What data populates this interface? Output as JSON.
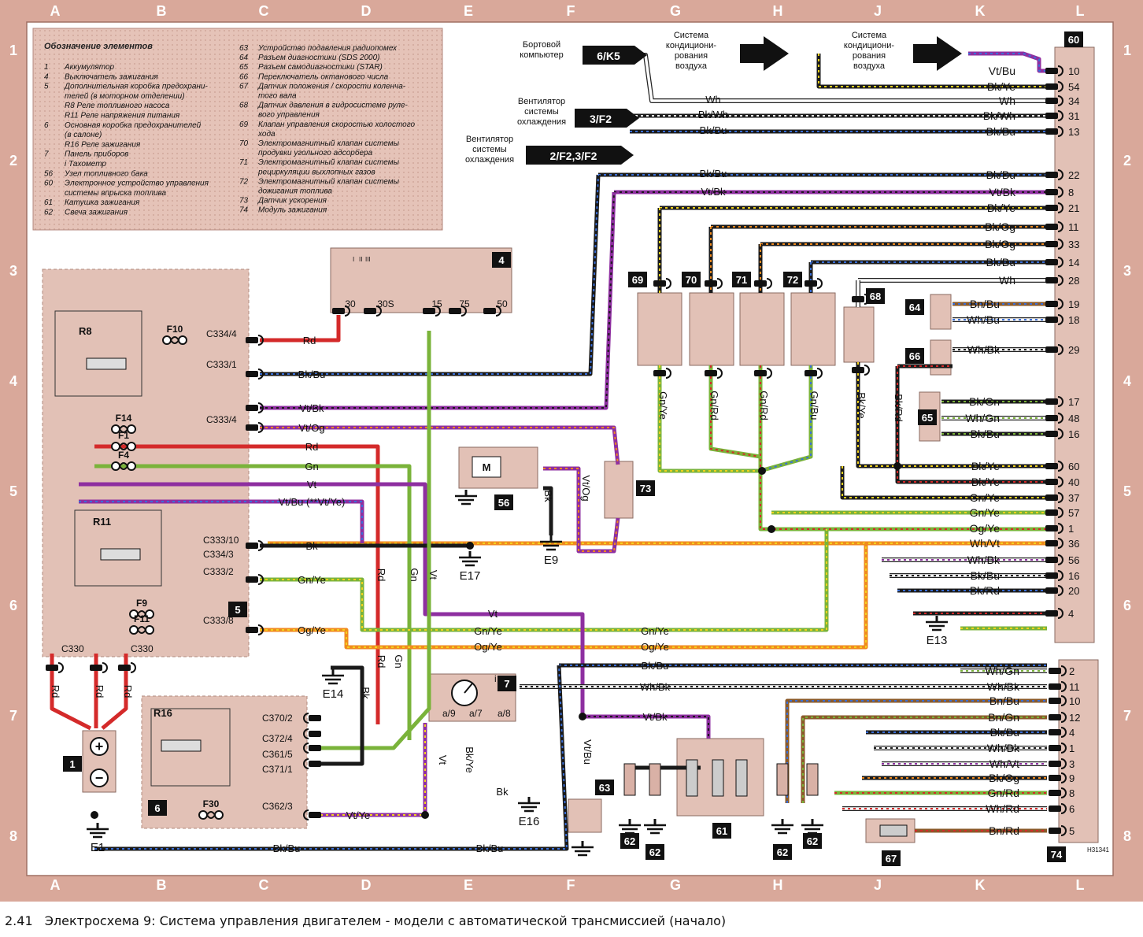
{
  "colors": {
    "border": "#d9a89a",
    "board": "#ffffff",
    "module": "#e2c1b6",
    "ink": "#111111",
    "Rd": "#d42a2a",
    "Bk": "#1a1a1a",
    "Bu": "#3a6fd8",
    "Vt": "#8e2fa0",
    "Gn": "#7ab33a",
    "Ye": "#f2d21e",
    "Og": "#f08a1e",
    "Wh": "#ffffff",
    "Bn": "#8a5a2a"
  },
  "grid": {
    "columns": [
      "A",
      "B",
      "C",
      "D",
      "E",
      "F",
      "G",
      "H",
      "J",
      "K",
      "L"
    ],
    "rows": [
      "1",
      "2",
      "3",
      "4",
      "5",
      "6",
      "7",
      "8"
    ]
  },
  "legend": {
    "title": "Обозначение элементов",
    "left": [
      {
        "n": "1",
        "t": "Аккумулятор"
      },
      {
        "n": "4",
        "t": "Выключатель зажигания"
      },
      {
        "n": "5",
        "t": "Дополнительная коробка предохрани-"
      },
      {
        "n": "",
        "t": "телей (в моторном отделении)"
      },
      {
        "n": "",
        "t": "R8 Реле топливного насоса"
      },
      {
        "n": "",
        "t": "R11 Реле напряжения питания"
      },
      {
        "n": "6",
        "t": "Основная коробка предохранителей"
      },
      {
        "n": "",
        "t": "(в салоне)"
      },
      {
        "n": "",
        "t": "R16 Реле зажигания"
      },
      {
        "n": "7",
        "t": "Панель приборов"
      },
      {
        "n": "",
        "t": "i Тахометр"
      },
      {
        "n": "56",
        "t": "Узел топливного бака"
      },
      {
        "n": "60",
        "t": "Электронное устройство управления"
      },
      {
        "n": "",
        "t": "системы впрыска топлива"
      },
      {
        "n": "61",
        "t": "Катушка зажигания"
      },
      {
        "n": "62",
        "t": "Свеча зажигания"
      }
    ],
    "right": [
      {
        "n": "63",
        "t": "Устройство подавления радиопомех"
      },
      {
        "n": "64",
        "t": "Разъем диагностики (SDS 2000)"
      },
      {
        "n": "65",
        "t": "Разъем самодиагностики (STAR)"
      },
      {
        "n": "66",
        "t": "Переключатель октанового числа"
      },
      {
        "n": "67",
        "t": "Датчик положения / скорости коленча-"
      },
      {
        "n": "",
        "t": "того вала"
      },
      {
        "n": "68",
        "t": "Датчик давления в гидросистеме руле-"
      },
      {
        "n": "",
        "t": "вого управления"
      },
      {
        "n": "69",
        "t": "Клапан управления скоростью холостого"
      },
      {
        "n": "",
        "t": "хода"
      },
      {
        "n": "70",
        "t": "Электромагнитный клапан системы"
      },
      {
        "n": "",
        "t": "продувки угольного адсорбера"
      },
      {
        "n": "71",
        "t": "Электромагнитный клапан системы"
      },
      {
        "n": "",
        "t": "рециркуляции выхлопных газов"
      },
      {
        "n": "72",
        "t": "Электромагнитный клапан системы"
      },
      {
        "n": "",
        "t": "дожигания топлива"
      },
      {
        "n": "73",
        "t": "Датчик ускорения"
      },
      {
        "n": "74",
        "t": "Модуль зажигания"
      }
    ]
  },
  "external": [
    {
      "ref": "6/K5",
      "label": [
        "Бортовой",
        "компьютер"
      ]
    },
    {
      "ref": "",
      "label": [
        "Система",
        "кондициони-",
        "рования",
        "воздуха"
      ]
    },
    {
      "ref": "",
      "label": [
        "Система",
        "кондициони-",
        "рования",
        "воздуха"
      ]
    },
    {
      "ref": "3/F2",
      "label": [
        "Вентилятор",
        "системы",
        "охлаждения"
      ]
    },
    {
      "ref": "2/F2,3/F2",
      "label": [
        "Вентилятор",
        "системы",
        "охлаждения"
      ]
    }
  ],
  "components": {
    "c1": "1",
    "c4": "4",
    "c5": "5",
    "c6": "6",
    "c7": "7",
    "c56": "56",
    "c60": "60",
    "c61": "61",
    "c62": "62",
    "c63": "63",
    "c64": "64",
    "c65": "65",
    "c66": "66",
    "c67": "67",
    "c68": "68",
    "c69": "69",
    "c70": "70",
    "c71": "71",
    "c72": "72",
    "c73": "73",
    "c74": "74",
    "relays": [
      "R8",
      "R11",
      "R16"
    ],
    "fuses": [
      "F10",
      "F14",
      "F1",
      "F4",
      "F9",
      "F11",
      "F30"
    ],
    "switch_terminals": [
      "30",
      "30S",
      "15",
      "75",
      "50"
    ],
    "tacho": "i",
    "motor": "M",
    "ign_switch_pos": [
      "I",
      "II",
      "III"
    ]
  },
  "connectors": [
    "C334/4",
    "C333/1",
    "C333/4",
    "C333/10",
    "C334/3",
    "C333/2",
    "C333/8",
    "C330",
    "C330",
    "C370/2",
    "C372/4",
    "C361/5",
    "C371/1",
    "C362/3",
    "a/9",
    "a/7",
    "a/8"
  ],
  "grounds": [
    "E1",
    "E9",
    "E13",
    "E14",
    "E16",
    "E17"
  ],
  "ecu60_pins": [
    {
      "pin": "10",
      "wire": "Vt/Bu"
    },
    {
      "pin": "54",
      "wire": "Bk/Ye"
    },
    {
      "pin": "34",
      "wire": "Wh"
    },
    {
      "pin": "31",
      "wire": "Bk/Wh"
    },
    {
      "pin": "13",
      "wire": "Bk/Bu"
    },
    {
      "pin": "22",
      "wire": "Bk/Bu"
    },
    {
      "pin": "8",
      "wire": "Vt/Bk"
    },
    {
      "pin": "21",
      "wire": "Bk/Ye"
    },
    {
      "pin": "11",
      "wire": "Bk/Og"
    },
    {
      "pin": "33",
      "wire": "Bk/Og"
    },
    {
      "pin": "14",
      "wire": "Bk/Bu"
    },
    {
      "pin": "28",
      "wire": "Wh"
    },
    {
      "pin": "19",
      "wire": "Bn/Bu"
    },
    {
      "pin": "18",
      "wire": "Wh/Bu"
    },
    {
      "pin": "29",
      "wire": "Wh/Bk"
    },
    {
      "pin": "17",
      "wire": "Bk/Gn"
    },
    {
      "pin": "48",
      "wire": "Wh/Gn"
    },
    {
      "pin": "16",
      "wire": "Bk/Bu"
    },
    {
      "pin": "60",
      "wire": "Bk/Ye"
    },
    {
      "pin": "40",
      "wire": "Bk/Ye"
    },
    {
      "pin": "37",
      "wire": "Gn/Ye"
    },
    {
      "pin": "57",
      "wire": "Gn/Ye"
    },
    {
      "pin": "1",
      "wire": "Og/Ye"
    },
    {
      "pin": "36",
      "wire": "Wh/Vt"
    },
    {
      "pin": "56",
      "wire": "Wh/Bk"
    },
    {
      "pin": "16",
      "wire": "Bk/Bu"
    },
    {
      "pin": "20",
      "wire": "Bk/Rd"
    },
    {
      "pin": "4",
      "wire": ""
    }
  ],
  "module74_pins": [
    {
      "pin": "2",
      "wire": "Wh/Gn"
    },
    {
      "pin": "11",
      "wire": "Wh/Bk"
    },
    {
      "pin": "10",
      "wire": "Bn/Bu"
    },
    {
      "pin": "12",
      "wire": "Bn/Gn"
    },
    {
      "pin": "4",
      "wire": "Bk/Bu"
    },
    {
      "pin": "1",
      "wire": "Wh/Bk"
    },
    {
      "pin": "3",
      "wire": "Wh/Vt"
    },
    {
      "pin": "9",
      "wire": "Bk/Og"
    },
    {
      "pin": "8",
      "wire": "Gn/Rd"
    },
    {
      "pin": "6",
      "wire": "Wh/Rd"
    },
    {
      "pin": "5",
      "wire": "Bn/Rd"
    }
  ],
  "wire_labels": {
    "top_wh": "Wh",
    "top_bkwh": "Bk/Wh",
    "top_bkbu": "Bk/Bu",
    "mid_bkbu": "Bk/Bu",
    "mid_vtbk": "Vt/Bk",
    "rd": "Rd",
    "bkbu": "Bk/Bu",
    "vtbk": "Vt/Bk",
    "vtog": "Vt/Og",
    "rd2": "Rd",
    "gn": "Gn",
    "vt": "Vt",
    "vtbu": "Vt/Bu (**Vt/Ye)",
    "bk": "Bk",
    "gnye": "Gn/Ye",
    "ogye": "Og/Ye",
    "vert_rd": "Rd",
    "vert_gn": "Gn",
    "vert_vt": "Vt",
    "vert_rd2": "Rd",
    "vert_gn2": "Gn",
    "e14bk": "Bk",
    "vt2": "Vt",
    "gnye2": "Gn/Ye",
    "gnye3": "Gn/Ye",
    "ogye2": "Og/Ye",
    "ogye3": "Og/Ye",
    "bkbu_low": "Bk/Bu",
    "whbk_low": "Wh/Bk",
    "vtbk_low": "Vt/Bk",
    "vtye": "Vt/Ye",
    "bkbu_bot": "Bk/Bu",
    "bkbu_bot2": "Bk/Bu",
    "v7vt": "Vt",
    "v7bkye": "Bk/Ye",
    "v7bk": "Bk",
    "v63vtbu": "Vt/Bu",
    "s56bk": "Bk",
    "s73vtog": "Vt/Og",
    "gnye_69": "Gn/Ye",
    "gnrd_70": "Gn/Rd",
    "gnrd_71": "Gn/Rd",
    "gnbu_72": "Gn/Bu",
    "bkye_68": "Bk/Ye",
    "bkrd_66": "Bk/Rd",
    "b1rd": "Rd",
    "b1rd2": "Rd",
    "b1rd3": "Rd"
  },
  "caption": {
    "number": "2.41",
    "text": "Электросхема 9: Система управления двигателем - модели с автоматической трансмиссией (начало)"
  },
  "stamp": "H31341"
}
